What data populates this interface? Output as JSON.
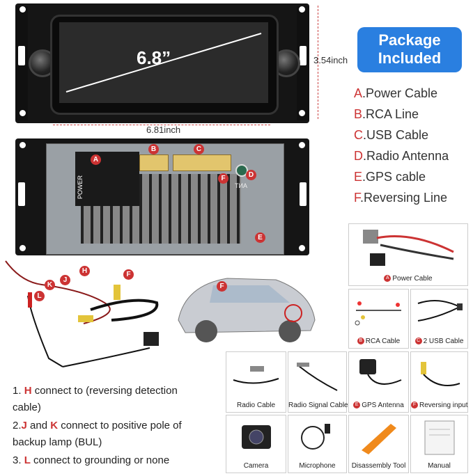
{
  "front_panel": {
    "screen_size": "6.8”",
    "width_label": "6.81inch",
    "height_label": "3.54inch"
  },
  "package": {
    "title_line1": "Package",
    "title_line2": "Included",
    "items": [
      {
        "letter": "A",
        "label": ".Power Cable"
      },
      {
        "letter": "B",
        "label": ".RCA Line"
      },
      {
        "letter": "C",
        "label": ".USB Cable"
      },
      {
        "letter": "D",
        "label": ".Radio Antenna"
      },
      {
        "letter": "E",
        "label": ".GPS cable"
      },
      {
        "letter": "F",
        "label": ".Reversing Line"
      }
    ]
  },
  "back_panel": {
    "power_label": "POWER",
    "tna_label": "TИA",
    "markers": [
      "A",
      "B",
      "C",
      "D",
      "E",
      "F"
    ]
  },
  "cable_markers": [
    "H",
    "F",
    "J",
    "K",
    "L"
  ],
  "accessories": [
    {
      "marker": "A",
      "label": "Power Cable"
    },
    {
      "marker": "B",
      "label": "RCA Cable"
    },
    {
      "marker": "C",
      "label": "2 USB Cable"
    },
    {
      "marker": "",
      "label": "Radio Cable"
    },
    {
      "marker": "",
      "label": "Radio Signal Cable"
    },
    {
      "marker": "E",
      "label": "GPS Antenna"
    },
    {
      "marker": "F",
      "label": "Reversing input"
    },
    {
      "marker": "",
      "label": "Camera"
    },
    {
      "marker": "",
      "label": "Microphone"
    },
    {
      "marker": "",
      "label": "Disassembly Tool"
    },
    {
      "marker": "",
      "label": "Manual"
    }
  ],
  "instructions": [
    {
      "num": "1.",
      "key": "H",
      "text1": " connect to (reversing detection",
      "text2": "cable)"
    },
    {
      "num": "2.",
      "key": "J",
      "mid": " and ",
      "key2": "K",
      "text1": " connect to positive pole of",
      "text2": "backup lamp (BUL)"
    },
    {
      "num": "3.",
      "key": "L",
      "text1": " connect to grounding or none"
    }
  ],
  "colors": {
    "accent": "#2a7fe0",
    "marker": "#cc3333",
    "connector": "#e2c56d"
  }
}
